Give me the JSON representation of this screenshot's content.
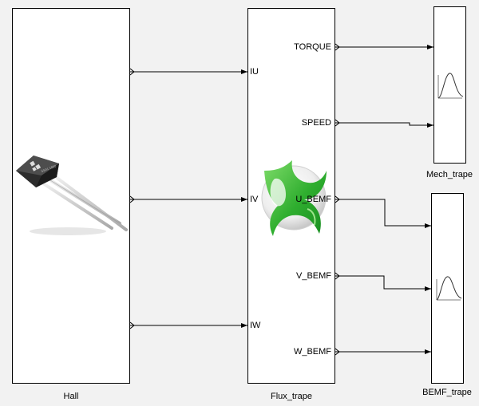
{
  "blocks": {
    "hall": {
      "name": "Hall"
    },
    "flux": {
      "name": "Flux_trape",
      "inputs": [
        "IU",
        "IV",
        "IW"
      ],
      "outputs": [
        "TORQUE",
        "SPEED",
        "U_BEMF",
        "V_BEMF",
        "W_BEMF"
      ]
    },
    "mech": {
      "name": "Mech_trape"
    },
    "bemf": {
      "name": "BEMF_trape"
    }
  },
  "icons": {
    "hall_sensor": "hall-sensor-icon",
    "flux_logo": "flux-logo-icon",
    "mech_scope": "scope-icon",
    "bemf_scope": "scope-icon"
  },
  "colors": {
    "background": "#f2f2f2",
    "block_fill": "#ffffff",
    "line": "#000000",
    "logo_green": "#3db33d"
  }
}
